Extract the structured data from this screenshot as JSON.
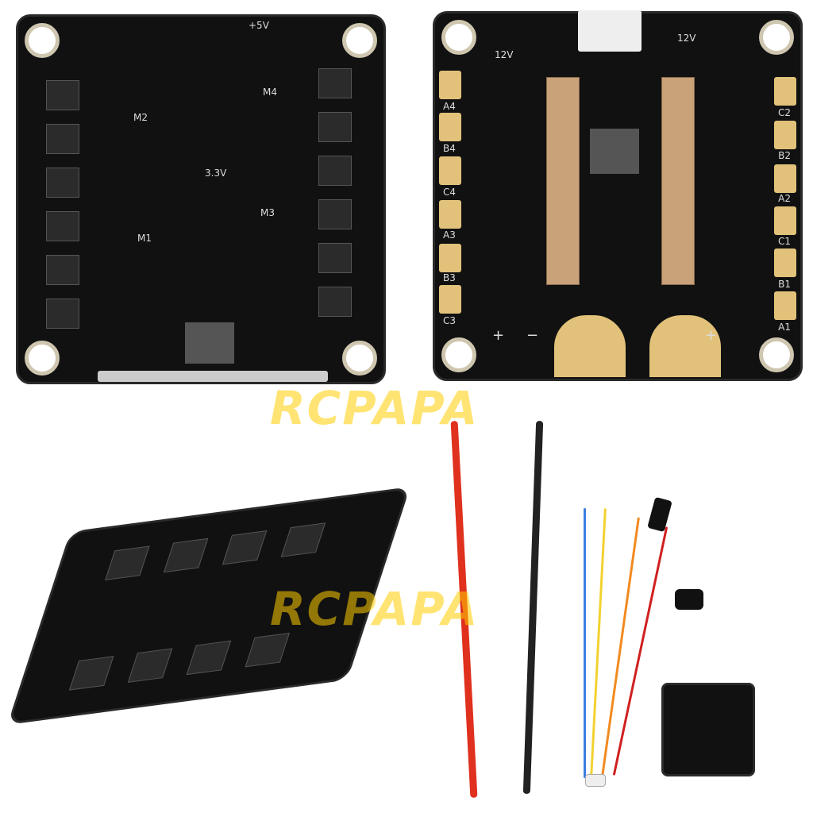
{
  "watermark": "RCPAPA",
  "board_top": {
    "labels": {
      "v5": "+5V",
      "m1": "M1",
      "m2": "M2",
      "m3": "M3",
      "m4": "M4",
      "v33": "3.3V"
    }
  },
  "board_bottom": {
    "labels": {
      "v12a": "12V",
      "v12b": "12V",
      "minus": "−",
      "plus": "+",
      "a1": "A1",
      "a2": "A2",
      "a3": "A3",
      "a4": "A4",
      "b1": "B1",
      "b2": "B2",
      "b3": "B3",
      "b4": "B4",
      "c1": "C1",
      "c2": "C2",
      "c3": "C3",
      "c4": "C4"
    }
  },
  "colors": {
    "pcb": "#111111",
    "pad": "#e2c27a",
    "red_wire": "#e0301e",
    "black_wire": "#222222"
  }
}
